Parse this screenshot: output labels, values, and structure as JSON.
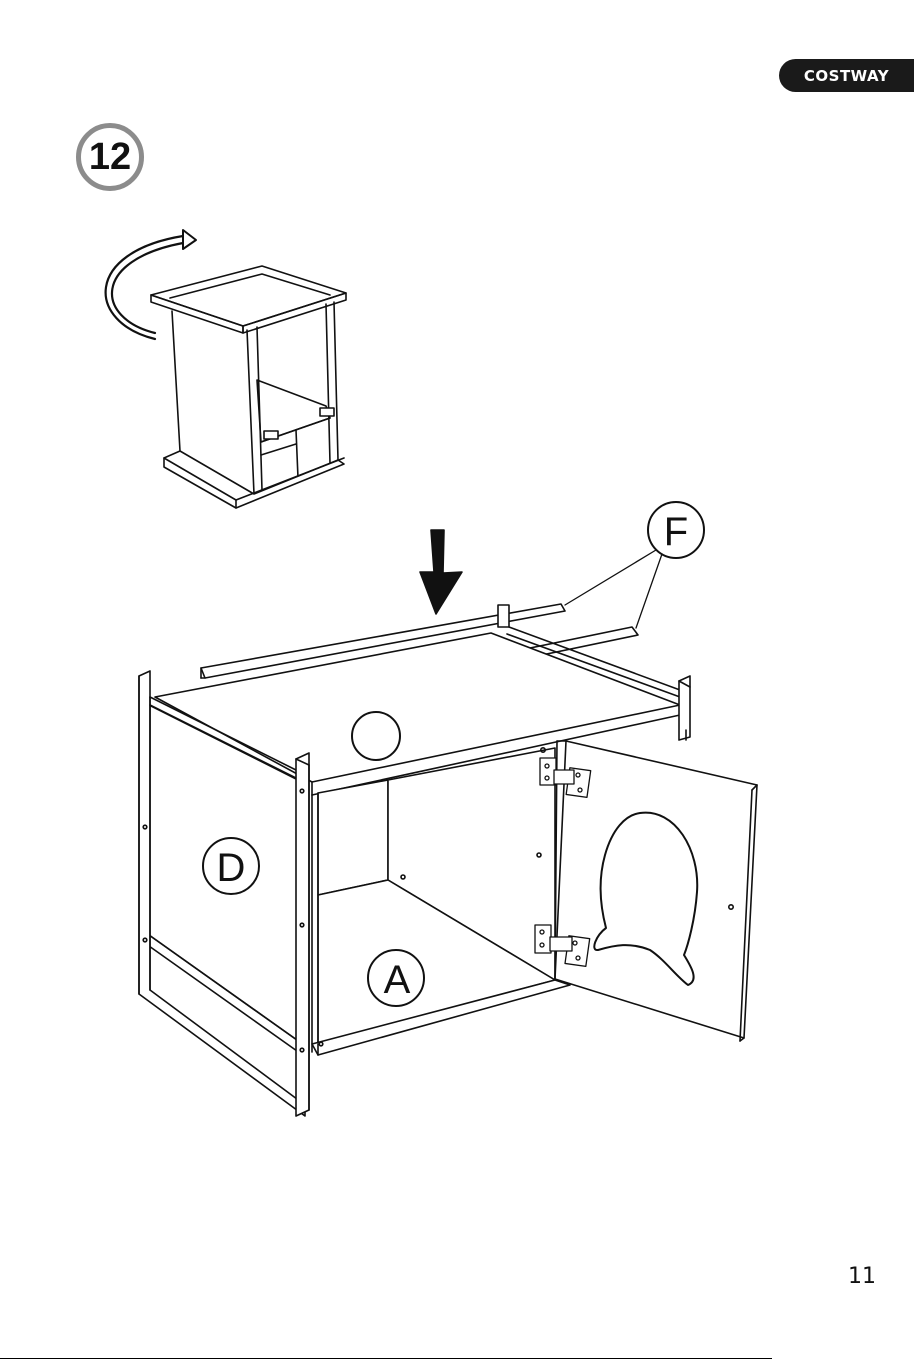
{
  "brand": {
    "label": "COSTWAY"
  },
  "step": {
    "number": "12"
  },
  "labels": {
    "part_f": "F",
    "part_d": "D",
    "part_a": "A",
    "part_blank": ""
  },
  "page": {
    "number": "11"
  }
}
